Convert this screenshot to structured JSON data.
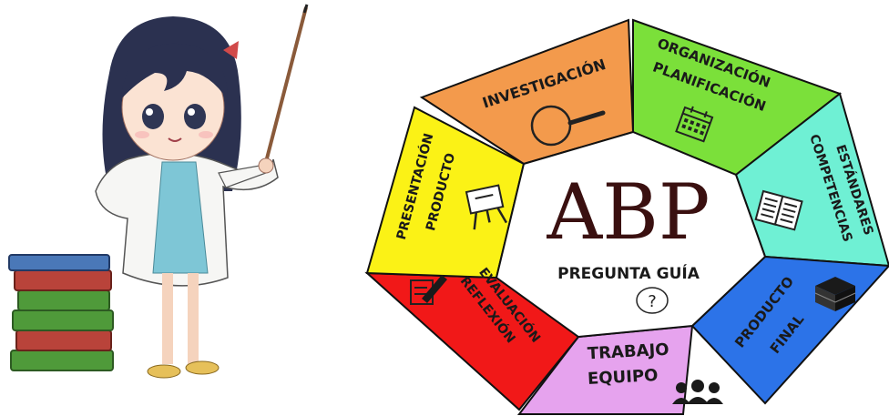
{
  "diagram": {
    "center": {
      "title": "ABP",
      "subtitle": "PREGUNTA GUÍA",
      "question_icon": "question-mark-icon"
    },
    "segments": [
      {
        "id": "investigacion",
        "lines": [
          "INVESTIGACIÓN"
        ],
        "color": "#f39a4c",
        "icon": "magnifier-icon"
      },
      {
        "id": "organizacion",
        "lines": [
          "ORGANIZACIÓN",
          "PLANIFICACIÓN"
        ],
        "color": "#7be03a",
        "icon": "calendar-icon"
      },
      {
        "id": "estandares",
        "lines": [
          "ESTÁNDARES",
          "COMPETENCIAS"
        ],
        "color": "#6ff0d4",
        "icon": "book-icon"
      },
      {
        "id": "producto-final",
        "lines": [
          "PRODUCTO",
          "FINAL"
        ],
        "color": "#2c73e8",
        "icon": "boxes-icon"
      },
      {
        "id": "trabajo-equipo",
        "lines": [
          "TRABAJO",
          "EQUIPO"
        ],
        "color": "#e6a3ee",
        "icon": "team-icon"
      },
      {
        "id": "evaluacion",
        "lines": [
          "EVALUACIÓN",
          "REFLEXIÓN"
        ],
        "color": "#f11818",
        "icon": "pencil-checklist-icon"
      },
      {
        "id": "presentacion",
        "lines": [
          "PRESENTACIÓN",
          "PRODUCTO"
        ],
        "color": "#fbf216",
        "icon": "easel-icon"
      }
    ]
  },
  "illustration": {
    "character": "teacher-with-pointer",
    "books": "book-stack-icon"
  }
}
